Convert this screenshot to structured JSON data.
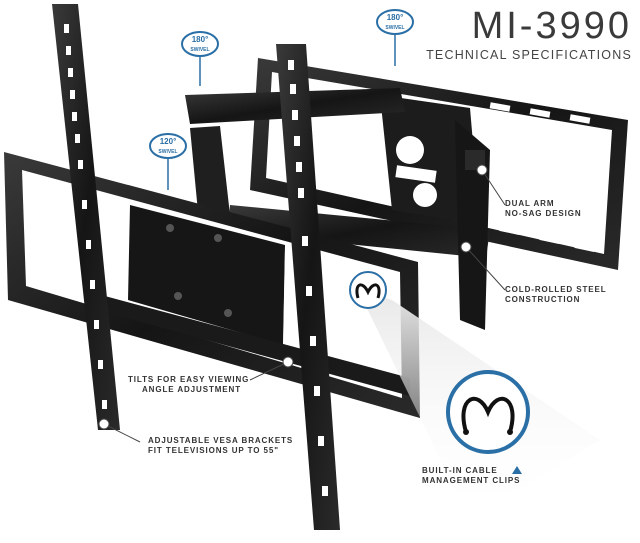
{
  "title": {
    "model": "MI-3990",
    "subtitle": "TECHNICAL SPECIFICATIONS"
  },
  "swivel_badges": [
    {
      "degrees": "180°",
      "label": "SWIVEL"
    },
    {
      "degrees": "180°",
      "label": "SWIVEL"
    },
    {
      "degrees": "120°",
      "label": "SWIVEL"
    }
  ],
  "callouts": {
    "dual_arm": {
      "line1": "DUAL ARM",
      "line2": "NO-SAG DESIGN"
    },
    "steel": {
      "line1": "COLD-ROLLED STEEL",
      "line2": "CONSTRUCTION"
    },
    "tilt": {
      "line1": "TILTS FOR EASY VIEWING",
      "line2": "ANGLE ADJUSTMENT"
    },
    "vesa": {
      "line1": "ADJUSTABLE VESA BRACKETS",
      "line2": "FIT TELEVISIONS UP TO 55\""
    },
    "cable": {
      "line1": "BUILT-IN CABLE",
      "line2": "MANAGEMENT CLIPS"
    }
  },
  "colors": {
    "accent": "#2a6fa6",
    "metal": "#1a1a1a",
    "text": "#333333"
  }
}
